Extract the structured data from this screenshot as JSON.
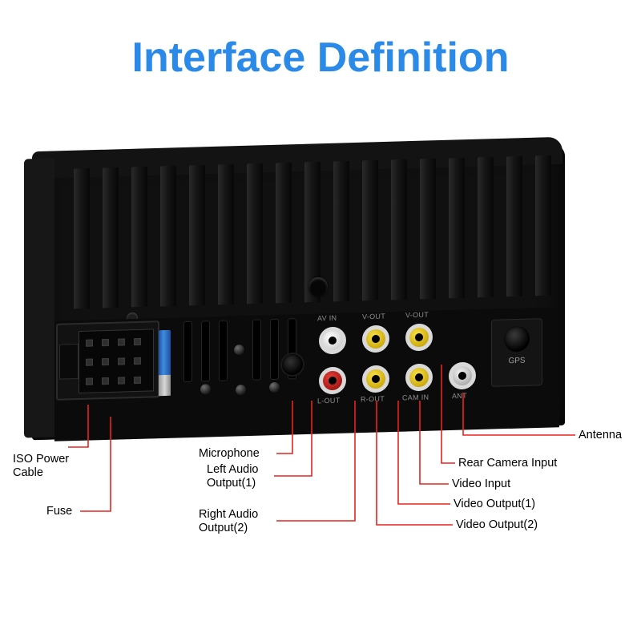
{
  "title": "Interface Definition",
  "colors": {
    "title": "#2b8ae8",
    "leader_line": "#e8231e",
    "background": "#ffffff",
    "device": "#0d0d0d"
  },
  "device": {
    "gps_label": "GPS",
    "jack_labels": {
      "top_left": "AV IN",
      "top_mid": "V-OUT",
      "top_right": "V-OUT",
      "bottom_left": "L-OUT",
      "bottom_mid": "R-OUT",
      "bottom_midright": "CAM IN",
      "bottom_right": "ANT"
    }
  },
  "callouts": [
    {
      "id": "iso-power-cable",
      "label": "ISO Power\nCable"
    },
    {
      "id": "fuse",
      "label": "Fuse"
    },
    {
      "id": "microphone",
      "label": "Microphone"
    },
    {
      "id": "left-audio-output-1",
      "label": "Left Audio\nOutput(1)"
    },
    {
      "id": "right-audio-output-2",
      "label": "Right Audio\nOutput(2)"
    },
    {
      "id": "antenna",
      "label": "Antenna"
    },
    {
      "id": "rear-camera-input",
      "label": "Rear Camera Input"
    },
    {
      "id": "video-input",
      "label": "Video Input"
    },
    {
      "id": "video-output-1",
      "label": "Video Output(1)"
    },
    {
      "id": "video-output-2",
      "label": "Video Output(2)"
    }
  ]
}
